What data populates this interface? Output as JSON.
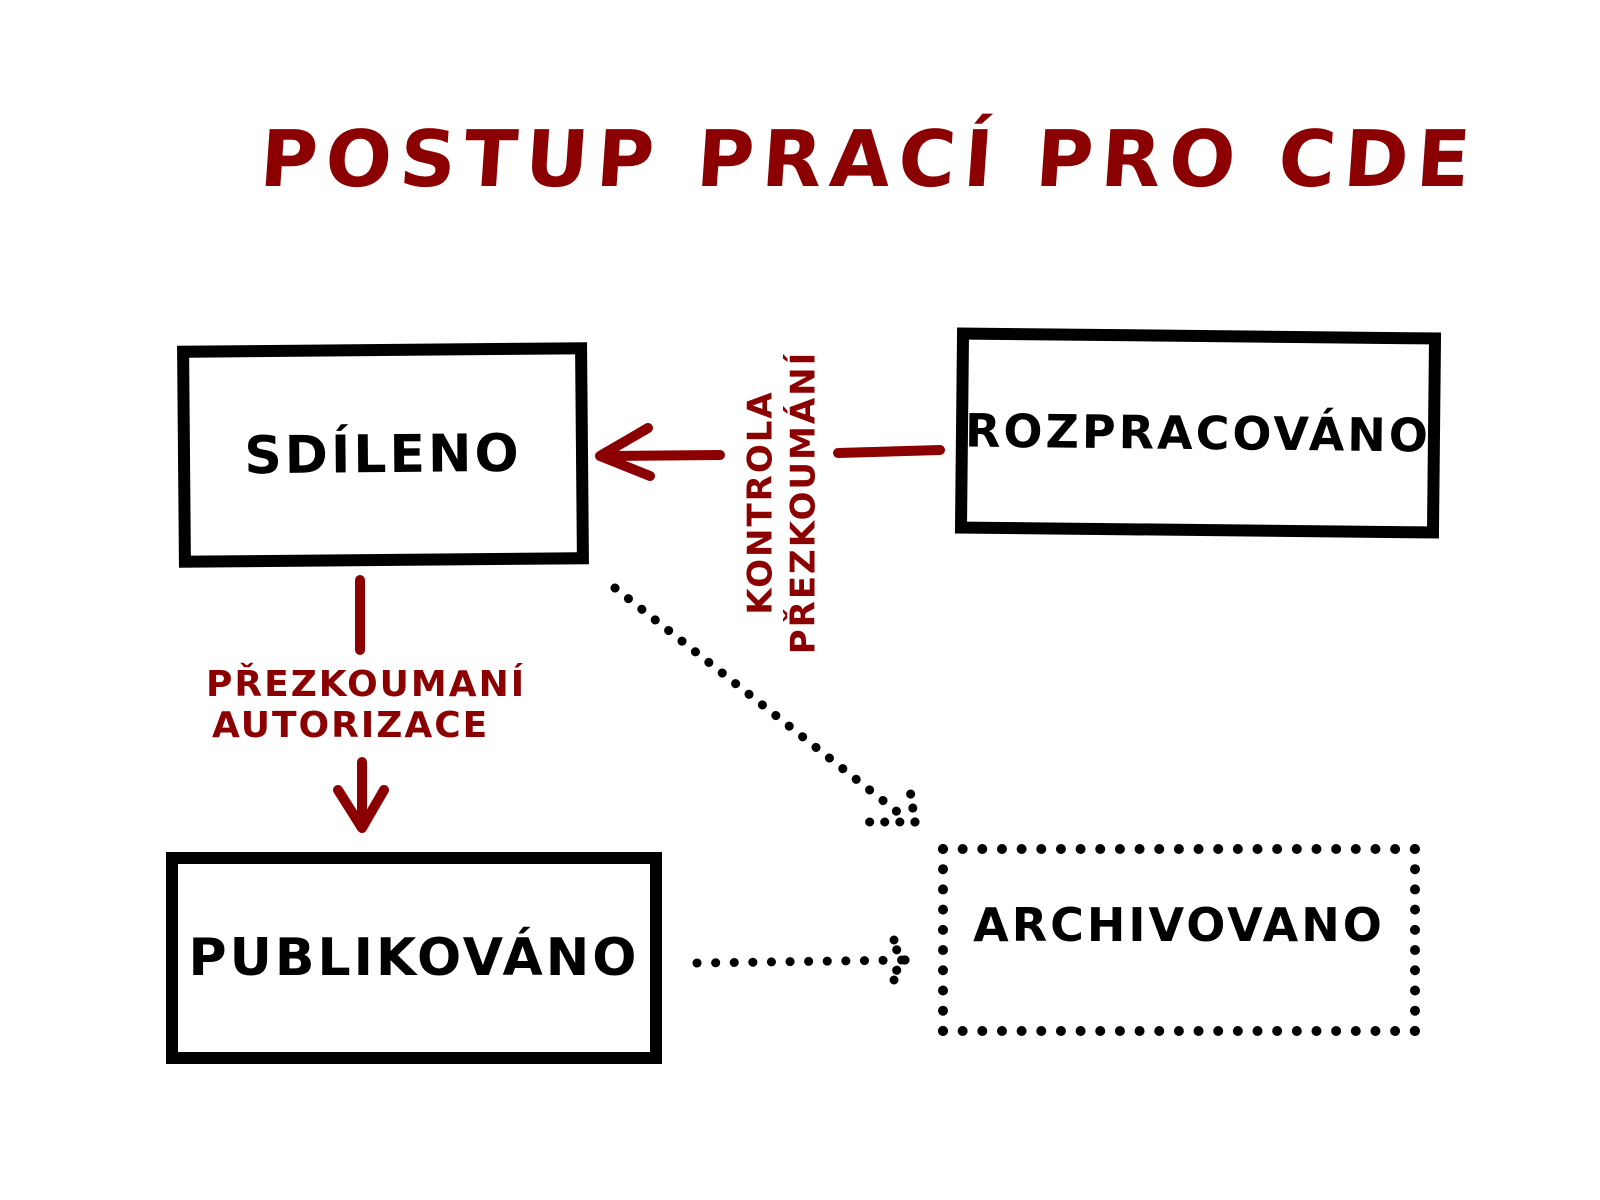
{
  "title": "POSTUP PRACÍ PRO CDE",
  "colors": {
    "accent": "#8b0000",
    "ink": "#000000",
    "background": "#ffffff"
  },
  "nodes": {
    "sdileno": {
      "label": "SDÍLENO",
      "style": "solid"
    },
    "rozpracovano": {
      "label": "ROZPRACOVÁNO",
      "style": "solid"
    },
    "publikovano": {
      "label": "PUBLIKOVÁNO",
      "style": "solid"
    },
    "archivovano": {
      "label": "ARCHIVOVANO",
      "style": "dotted"
    }
  },
  "edges": [
    {
      "from": "ROZPRACOVÁNO",
      "to": "SDÍLENO",
      "style": "solid",
      "color": "#8b0000",
      "label_lines": [
        "KONTROLA",
        "PŘEZKOUMÁNÍ"
      ]
    },
    {
      "from": "SDÍLENO",
      "to": "PUBLIKOVÁNO",
      "style": "solid",
      "color": "#8b0000",
      "label_lines": [
        "PŘEZKOUMANÍ",
        "AUTORIZACE"
      ]
    },
    {
      "from": "SDÍLENO",
      "to": "ARCHIVOVANO",
      "style": "dotted",
      "color": "#000000",
      "label_lines": []
    },
    {
      "from": "PUBLIKOVÁNO",
      "to": "ARCHIVOVANO",
      "style": "dotted",
      "color": "#000000",
      "label_lines": []
    }
  ]
}
